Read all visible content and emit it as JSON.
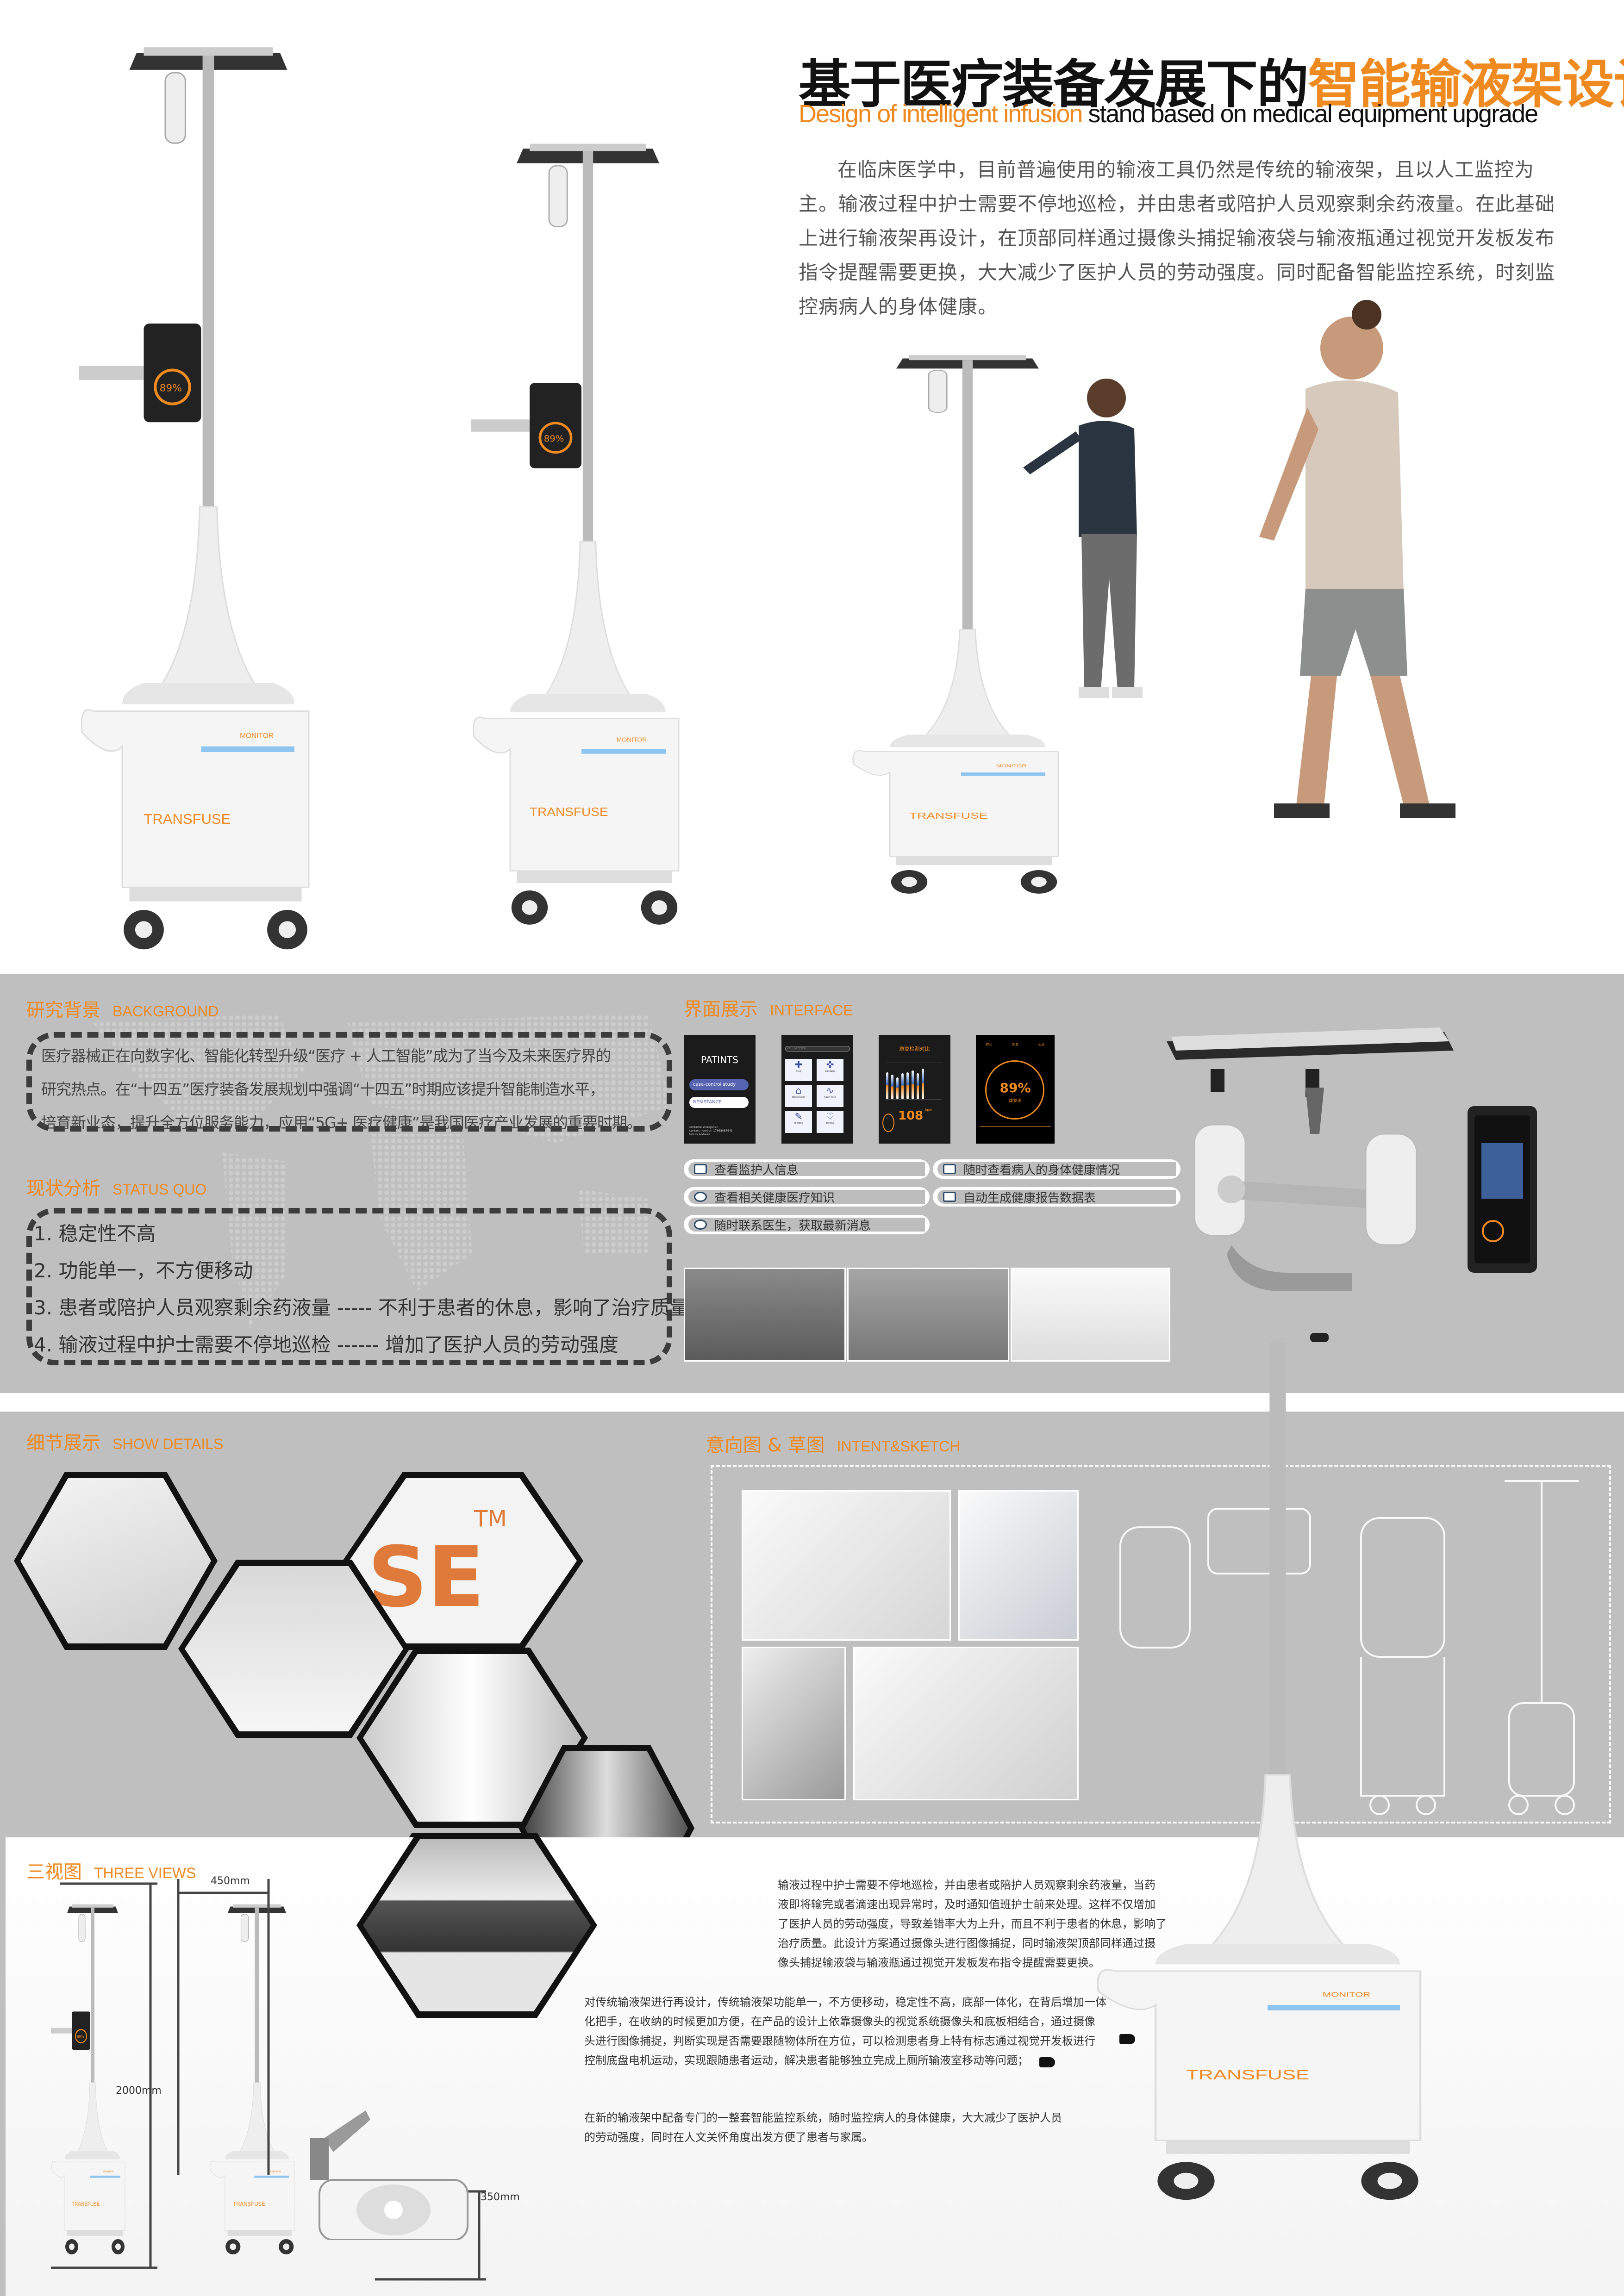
{
  "header": {
    "title_black": "基于医疗装备发展下的",
    "title_orange": "智能输液架设计",
    "subtitle_orange": "Design of intelligent infusion",
    "subtitle_black": " stand based on medical equipment upgrade",
    "intro": "在临床医学中，目前普遍使用的输液工具仍然是传统的输液架，且以人工监控为主。输液过程中护士需要不停地巡检，并由患者或陪护人员观察剩余药液量。在此基础上进行输液架再设计，在顶部同样通过摄像头捕捉输液袋与输液瓶通过视觉开发板发布指令提醒需要更换，大大减少了医护人员的劳动强度。同时配备智能监控系统，时刻监控病病人的身体健康。"
  },
  "product": {
    "brand": "TRANSFUSE",
    "tm": "TM",
    "monitor_label": "MONITOR",
    "screen_percent": "89%",
    "screen_bpm": "108"
  },
  "background": {
    "heading_cn": "研究背景",
    "heading_en": "BACKGROUND",
    "lines": [
      "医疗器械正在向数字化、智能化转型升级“医疗 + 人工智能”成为了当今及未来医疗界的",
      "研究热点。在“十四五”医疗装备发展规划中强调“十四五”时期应该提升智能制造水平，",
      "培育新业态，提升全方位服务能力，应用“5G+ 医疗健康”是我国医疗产业发展的重要时期。"
    ]
  },
  "status_quo": {
    "heading_cn": "现状分析",
    "heading_en": "STATUS QUO",
    "items": [
      "1. 稳定性不高",
      "2. 功能单一，不方便移动",
      "3. 患者或陪护人员观察剩余药液量 ----- 不利于患者的休息，影响了治疗质量",
      "4. 输液过程中护士需要不停地巡检 ------ 增加了医护人员的劳动强度"
    ]
  },
  "interface": {
    "heading_cn": "界面展示",
    "heading_en": "INTERFACE",
    "screen1": {
      "title": "PATINTS",
      "btn1": "case-control study",
      "btn2": "RESISTANCE",
      "footer": [
        "contacts: zhangshan",
        "contact number: 17668087643",
        "family address:"
      ]
    },
    "screen2": {
      "search": "CELL INFECTION",
      "tiles": [
        "drug",
        "bandage",
        "registration",
        "heart rate",
        "remedy",
        "fitness"
      ]
    },
    "screen3": {
      "title": "康复检测对比",
      "bpm_value": "108",
      "bpm_unit": "bpm",
      "bars": [
        0.75,
        0.68,
        0.6,
        0.72,
        0.75,
        0.8,
        0.72,
        0.85
      ]
    },
    "screen4": {
      "items": [
        "转化",
        "姓名",
        "心率"
      ],
      "percent": "89%",
      "label": "康复率"
    },
    "features": [
      "查看监护人信息",
      "随时查看病人的身体健康情况",
      "查看相关健康医疗知识",
      "自动生成健康报告数据表",
      "随时联系医生，获取最新消息"
    ]
  },
  "details": {
    "heading_cn": "细节展示",
    "heading_en": "SHOW DETAILS",
    "logo_fragment": "SE",
    "tm": "TM"
  },
  "intent": {
    "heading_cn": "意向图 & 草图",
    "heading_en": "INTENT&SKETCH"
  },
  "three_views": {
    "heading_cn": "三视图",
    "heading_en": "THREE VIEWS",
    "width_label": "450mm",
    "height_label": "2000mm",
    "depth_label": "350mm"
  },
  "description": {
    "p1": [
      "输液过程中护士需要不停地巡检，并由患者或陪护人员观察剩余药液量，当药",
      "液即将输完或者滴速出现异常时，及时通知值班护士前来处理。这样不仅增加",
      "了医护人员的劳动强度，导致差错率大为上升，而且不利于患者的休息，影响了",
      "治疗质量。此设计方案通过摄像头进行图像捕捉，同时输液架顶部同样通过摄",
      "像头捕捉输液袋与输液瓶通过视觉开发板发布指令提醒需要更换。"
    ],
    "p2": [
      "对传统输液架进行再设计，传统输液架功能单一，不方便移动，稳定性不高，底部一体化，在背后增加一体",
      "化把手，在收纳的时候更加方便，在产品的设计上依靠摄像头的视觉系统摄像头和底板相结合，通过摄像",
      "头进行图像捕捉，判断实现是否需要跟随物体所在方位，可以检测患者身上特有标志通过视觉开发板进行",
      "控制底盘电机运动，实现跟随患者运动，解决患者能够独立完成上厕所输液室移动等问题；"
    ],
    "p3": [
      "在新的输液架中配备专门的一整套智能监控系统，随时监控病人的身体健康，大大减少了医护人员",
      "的劳动强度，同时在人文关怀角度出发方便了患者与家属。"
    ]
  },
  "colors": {
    "accent": "#ee8a1f",
    "band": "#bfbfbf",
    "dash": "#3c3c3c",
    "screen_bg": "#1b1b1b",
    "pill_blue": "#5663b0"
  }
}
